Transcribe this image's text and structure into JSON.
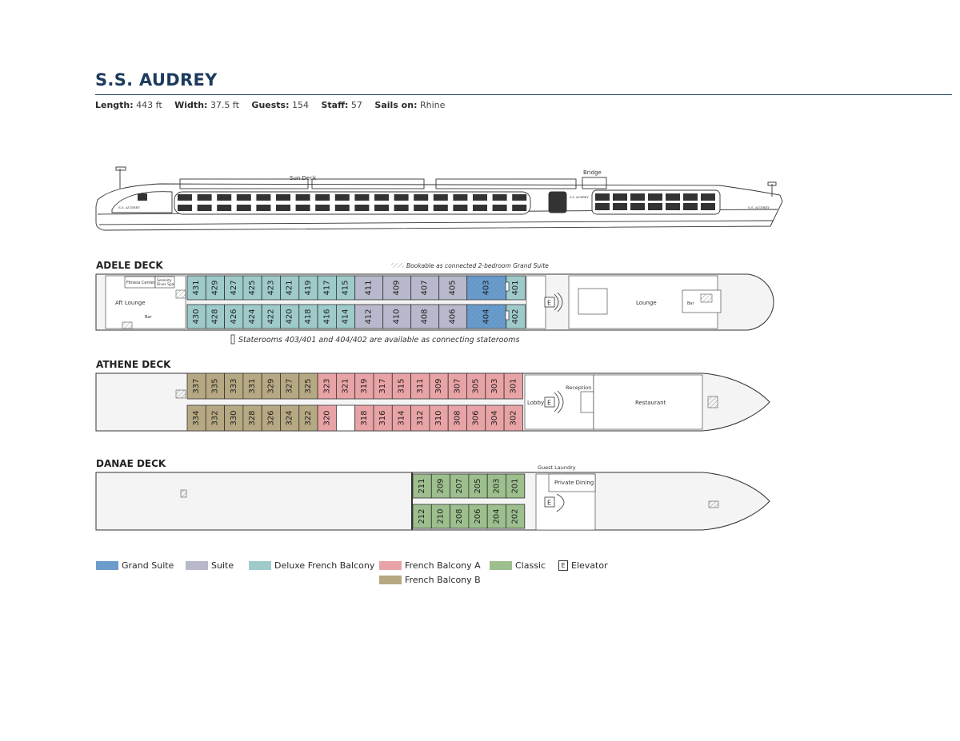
{
  "ship": {
    "name": "S.S. AUDREY",
    "specs": [
      {
        "label": "Length:",
        "value": "443 ft"
      },
      {
        "label": "Width:",
        "value": "37.5 ft"
      },
      {
        "label": "Guests:",
        "value": "154"
      },
      {
        "label": "Staff:",
        "value": "57"
      },
      {
        "label": "Sails on:",
        "value": "Rhine"
      }
    ]
  },
  "profile": {
    "sun_deck_label": "Sun Deck",
    "bridge_label": "Bridge",
    "hull_name": "S.S. AUDREY"
  },
  "colors": {
    "grand_suite": "#6a9ccc",
    "suite": "#b8b8cc",
    "deluxe_french_balcony": "#9ecaca",
    "french_balcony_a": "#e8a3a6",
    "french_balcony_b": "#b6a882",
    "classic": "#9cbf8d",
    "outline": "#333333",
    "hull_fill": "#f4f4f4"
  },
  "decks": {
    "adele": {
      "name": "ADELE DECK",
      "grand_suite_note": "Bookable as connected 2-bedroom Grand Suite",
      "connect_note": "Staterooms 403/401 and 404/402 are available as connecting staterooms",
      "labels": {
        "fitness": "Fitness Center",
        "spa_line1": "Serenity",
        "spa_line2": "River Spa",
        "aft_lounge": "Aft Lounge",
        "bar_aft": "Bar",
        "lounge": "Lounge",
        "bar_fwd": "Bar",
        "elevator": "E"
      },
      "top": [
        {
          "n": "431",
          "t": "deluxe_french_balcony"
        },
        {
          "n": "429",
          "t": "deluxe_french_balcony"
        },
        {
          "n": "427",
          "t": "deluxe_french_balcony"
        },
        {
          "n": "425",
          "t": "deluxe_french_balcony"
        },
        {
          "n": "423",
          "t": "deluxe_french_balcony"
        },
        {
          "n": "421",
          "t": "deluxe_french_balcony"
        },
        {
          "n": "419",
          "t": "deluxe_french_balcony"
        },
        {
          "n": "417",
          "t": "deluxe_french_balcony"
        },
        {
          "n": "415",
          "t": "deluxe_french_balcony"
        },
        {
          "n": "411",
          "t": "suite"
        },
        {
          "n": "409",
          "t": "suite"
        },
        {
          "n": "407",
          "t": "suite"
        },
        {
          "n": "405",
          "t": "suite"
        },
        {
          "n": "403",
          "t": "grand_suite"
        },
        {
          "n": "401",
          "t": "deluxe_french_balcony"
        }
      ],
      "bottom": [
        {
          "n": "430",
          "t": "deluxe_french_balcony"
        },
        {
          "n": "428",
          "t": "deluxe_french_balcony"
        },
        {
          "n": "426",
          "t": "deluxe_french_balcony"
        },
        {
          "n": "424",
          "t": "deluxe_french_balcony"
        },
        {
          "n": "422",
          "t": "deluxe_french_balcony"
        },
        {
          "n": "420",
          "t": "deluxe_french_balcony"
        },
        {
          "n": "418",
          "t": "deluxe_french_balcony"
        },
        {
          "n": "416",
          "t": "deluxe_french_balcony"
        },
        {
          "n": "414",
          "t": "deluxe_french_balcony"
        },
        {
          "n": "412",
          "t": "suite"
        },
        {
          "n": "410",
          "t": "suite"
        },
        {
          "n": "408",
          "t": "suite"
        },
        {
          "n": "406",
          "t": "suite"
        },
        {
          "n": "404",
          "t": "grand_suite"
        },
        {
          "n": "402",
          "t": "deluxe_french_balcony"
        }
      ]
    },
    "athene": {
      "name": "ATHENE DECK",
      "labels": {
        "lobby": "Lobby",
        "reception": "Reception",
        "restaurant": "Restaurant",
        "elevator": "E"
      },
      "top": [
        {
          "n": "337",
          "t": "french_balcony_b"
        },
        {
          "n": "335",
          "t": "french_balcony_b"
        },
        {
          "n": "333",
          "t": "french_balcony_b"
        },
        {
          "n": "331",
          "t": "french_balcony_b"
        },
        {
          "n": "329",
          "t": "french_balcony_b"
        },
        {
          "n": "327",
          "t": "french_balcony_b"
        },
        {
          "n": "325",
          "t": "french_balcony_b"
        },
        {
          "n": "323",
          "t": "french_balcony_a"
        },
        {
          "n": "321",
          "t": "french_balcony_a"
        },
        {
          "n": "319",
          "t": "french_balcony_a"
        },
        {
          "n": "317",
          "t": "french_balcony_a"
        },
        {
          "n": "315",
          "t": "french_balcony_a"
        },
        {
          "n": "311",
          "t": "french_balcony_a"
        },
        {
          "n": "309",
          "t": "french_balcony_a"
        },
        {
          "n": "307",
          "t": "french_balcony_a"
        },
        {
          "n": "305",
          "t": "french_balcony_a"
        },
        {
          "n": "303",
          "t": "french_balcony_a"
        },
        {
          "n": "301",
          "t": "french_balcony_a"
        }
      ],
      "bottom": [
        {
          "n": "334",
          "t": "french_balcony_b"
        },
        {
          "n": "332",
          "t": "french_balcony_b"
        },
        {
          "n": "330",
          "t": "french_balcony_b"
        },
        {
          "n": "328",
          "t": "french_balcony_b"
        },
        {
          "n": "326",
          "t": "french_balcony_b"
        },
        {
          "n": "324",
          "t": "french_balcony_b"
        },
        {
          "n": "322",
          "t": "french_balcony_b"
        },
        {
          "n": "320",
          "t": "french_balcony_a"
        },
        {
          "n": "",
          "t": "blank"
        },
        {
          "n": "318",
          "t": "french_balcony_a"
        },
        {
          "n": "316",
          "t": "french_balcony_a"
        },
        {
          "n": "314",
          "t": "french_balcony_a"
        },
        {
          "n": "312",
          "t": "french_balcony_a"
        },
        {
          "n": "310",
          "t": "french_balcony_a"
        },
        {
          "n": "308",
          "t": "french_balcony_a"
        },
        {
          "n": "306",
          "t": "french_balcony_a"
        },
        {
          "n": "304",
          "t": "french_balcony_a"
        },
        {
          "n": "302",
          "t": "french_balcony_a"
        }
      ]
    },
    "danae": {
      "name": "DANAE DECK",
      "labels": {
        "guest_laundry": "Guest Laundry",
        "private_dining": "Private Dining",
        "elevator": "E"
      },
      "top": [
        {
          "n": "211",
          "t": "classic"
        },
        {
          "n": "209",
          "t": "classic"
        },
        {
          "n": "207",
          "t": "classic"
        },
        {
          "n": "205",
          "t": "classic"
        },
        {
          "n": "203",
          "t": "classic"
        },
        {
          "n": "201",
          "t": "classic"
        }
      ],
      "bottom": [
        {
          "n": "212",
          "t": "classic"
        },
        {
          "n": "210",
          "t": "classic"
        },
        {
          "n": "208",
          "t": "classic"
        },
        {
          "n": "206",
          "t": "classic"
        },
        {
          "n": "204",
          "t": "classic"
        },
        {
          "n": "202",
          "t": "classic"
        }
      ]
    }
  },
  "legend": [
    {
      "label": "Grand Suite",
      "t": "grand_suite"
    },
    {
      "label": "Suite",
      "t": "suite"
    },
    {
      "label": "Deluxe French Balcony",
      "t": "deluxe_french_balcony"
    },
    {
      "label": "French Balcony A",
      "t": "french_balcony_a"
    },
    {
      "label": "Classic",
      "t": "classic"
    },
    {
      "label": "Elevator",
      "t": "elevator",
      "mark": "E"
    },
    {
      "label": "French Balcony B",
      "t": "french_balcony_b"
    }
  ]
}
